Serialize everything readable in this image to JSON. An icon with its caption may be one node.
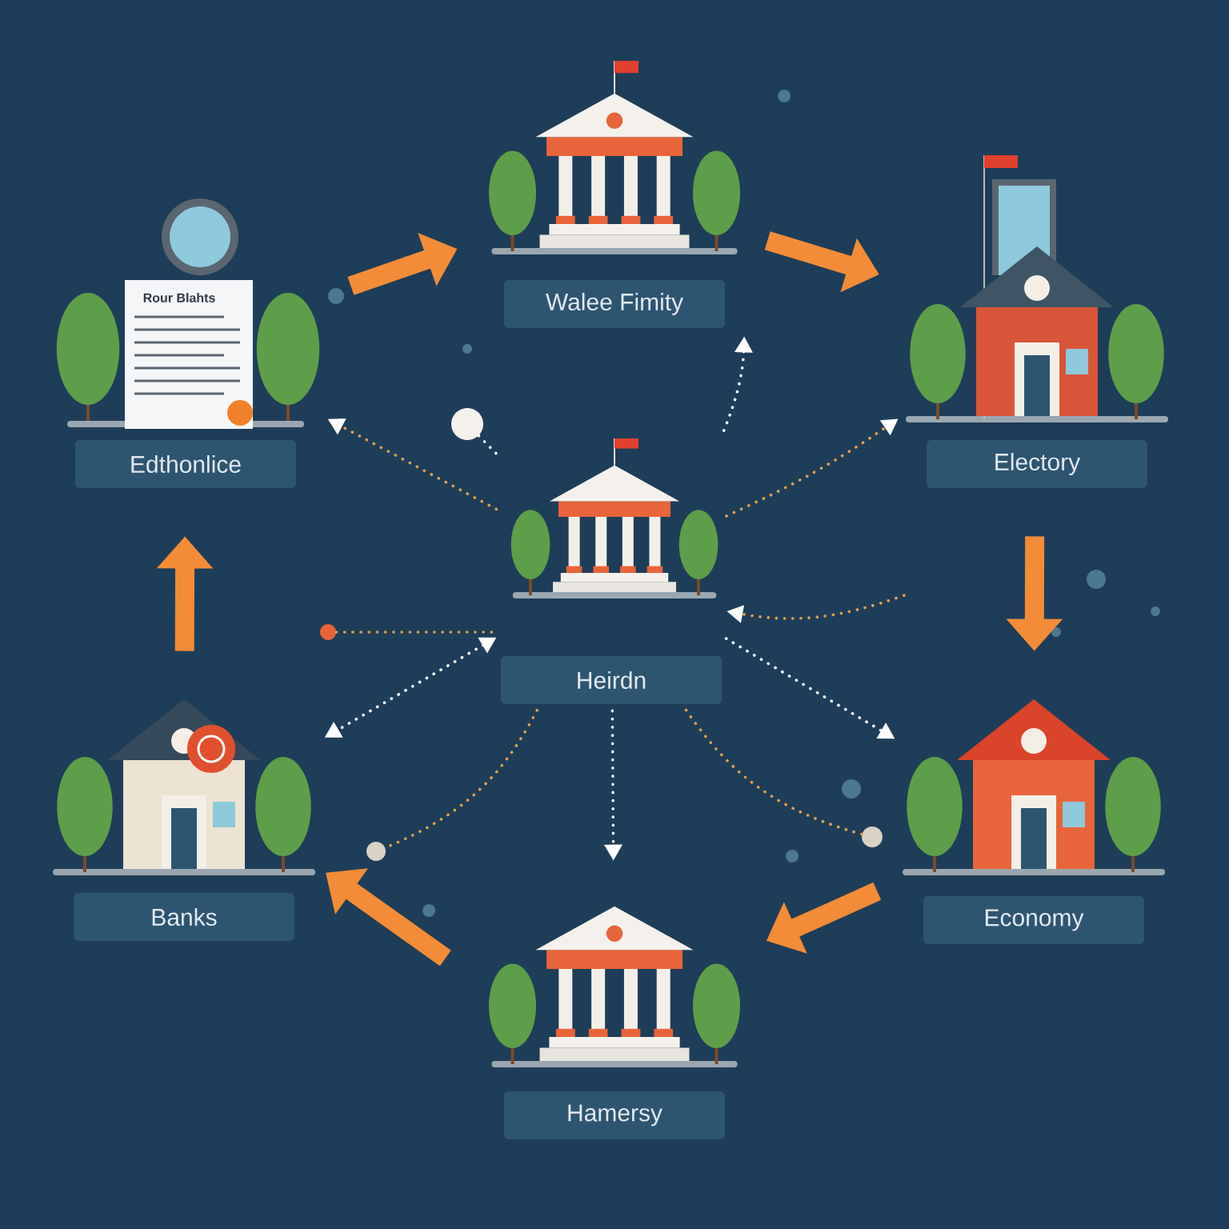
{
  "diagram": {
    "nodes": [
      {
        "text": [
          "Walee Fimity"
        ]
      },
      {
        "text": [
          "Edthonlice"
        ]
      },
      {
        "text": [
          "Electory"
        ]
      },
      {
        "text": [
          "Heirdn"
        ]
      },
      {
        "text": [
          "Banks"
        ]
      },
      {
        "text": [
          "Economy"
        ]
      },
      {
        "text": [
          "Hamersy"
        ]
      },
      {
        "text": [],
        "shape": "circle"
      },
      {
        "text": [],
        "shape": "circle"
      },
      {
        "text": [],
        "shape": "circle"
      },
      {
        "text": [],
        "shape": "circle"
      }
    ],
    "edges": [
      {
        "from": 3,
        "to": 1,
        "arrow": "to",
        "style": "dashed",
        "color": "#e0a050"
      },
      {
        "from": 3,
        "to": 0,
        "arrow": "to",
        "style": "dashed",
        "color": "#ffffff"
      },
      {
        "from": 3,
        "to": 2,
        "arrow": "to",
        "style": "dashed",
        "color": "#e0a050"
      },
      {
        "from": null,
        "to": 3,
        "arrow": "to",
        "style": "dashed",
        "color": "#e0a050"
      },
      {
        "from": 3,
        "to": 4,
        "arrow": "both",
        "style": "dashed",
        "color": "#ffffff"
      },
      {
        "from": 3,
        "to": 5,
        "arrow": "to",
        "style": "dashed",
        "color": "#ffffff"
      },
      {
        "from": 3,
        "to": 6,
        "arrow": "to",
        "style": "dashed",
        "color": "#ffffff"
      },
      {
        "from": 7,
        "to": 3,
        "arrow": "none",
        "style": "dashed",
        "color": "#e0a050"
      },
      {
        "from": 3,
        "to": 8,
        "arrow": "none",
        "style": "dashed",
        "color": "#e0a050"
      },
      {
        "from": 9,
        "to": 3,
        "arrow": "none",
        "style": "dashed",
        "color": "#ffffff"
      },
      {
        "from": 3,
        "to": 10,
        "arrow": "none",
        "style": "dashed",
        "color": "#e0a050"
      },
      {
        "from": 1,
        "to": 0,
        "arrow": "to",
        "style": "thick",
        "color": "#f28c38"
      },
      {
        "from": 0,
        "to": 2,
        "arrow": "to",
        "style": "thick",
        "color": "#f28c38"
      },
      {
        "from": 2,
        "to": 5,
        "arrow": "to",
        "style": "thick",
        "color": "#f28c38"
      },
      {
        "from": 5,
        "to": 6,
        "arrow": "to",
        "style": "thick",
        "color": "#f28c38"
      },
      {
        "from": 6,
        "to": 4,
        "arrow": "to",
        "style": "thick",
        "color": "#f28c38"
      },
      {
        "from": 4,
        "to": 1,
        "arrow": "to",
        "style": "thick",
        "color": "#f28c38"
      }
    ],
    "labels": [
      "Rour Blahts"
    ]
  }
}
